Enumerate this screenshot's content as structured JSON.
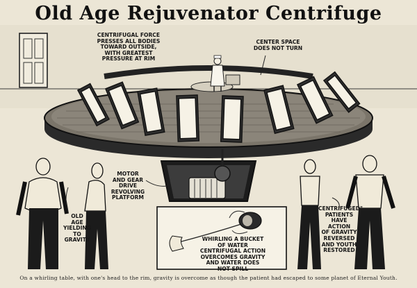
{
  "title": "Old Age Rejuvenator Centrifuge",
  "labels": {
    "centrifugal": "CENTRIFUGAL FORCE\nPRESSES ALL BODIES\nTOWARD OUTSIDE,\nWITH GREATEST\nPRESSURE AT RIM",
    "center_space": "CENTER SPACE\nDOES NOT TURN",
    "motor": "MOTOR\nAND GEAR\nDRIVE\nREVOLVING\nPLATFORM",
    "old_age": "OLD\nAGE\nYIELDING\nTO\nGRAVITY",
    "bucket": "WHIRLING A BUCKET\nOF WATER\nCENTRIFUGAL ACTION\nOVERCOMES GRAVITY\nAND WATER DOES\nNOT SPILL",
    "centrifuged": "\"CENTRIFUGED\"\nPATIENTS\nHAVE\nACTION\nOF GRAVITY\nREVERSED\nAND YOUTH\nRESTORED"
  },
  "caption": "On a whirling table, with one's head to the rim, gravity is overcome as though the patient had escaped to some planet of Eternal Youth."
}
